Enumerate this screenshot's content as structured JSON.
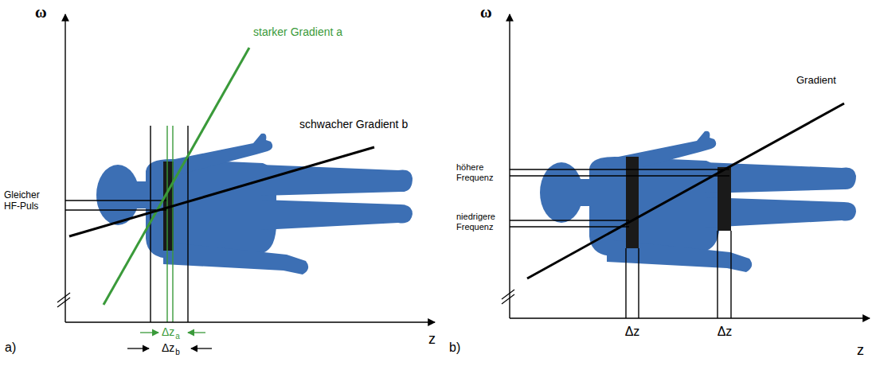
{
  "diagram": {
    "labels": [
      "ω",
      "starker Gradient a",
      "schwacher Gradient b",
      "Gleicher HF-Puls",
      "Δz",
      "a",
      "Δz",
      "b",
      "z",
      "a)",
      "ω",
      "Gradient",
      "höhere Frequenz",
      "niedrigere Frequenz",
      "Δz",
      "Δz",
      "z",
      "b)"
    ]
  }
}
